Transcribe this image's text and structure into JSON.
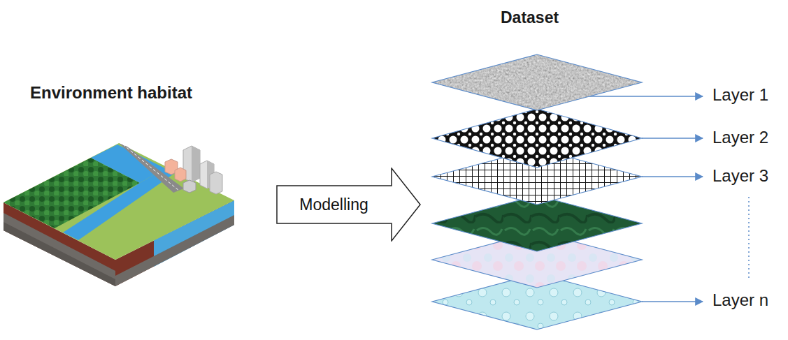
{
  "diagram": {
    "nodes": [
      {
        "text": [
          "Modelling"
        ]
      }
    ],
    "labels": [
      "Environment habitat",
      "Dataset",
      "Layer 1",
      "Layer 2",
      "Layer 3",
      "Layer n"
    ]
  }
}
